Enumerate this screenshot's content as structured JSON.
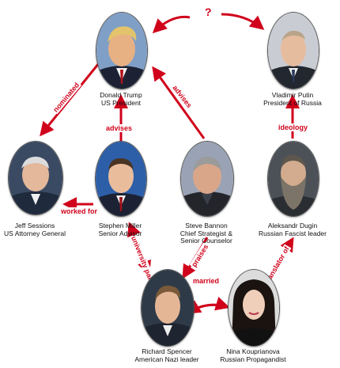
{
  "people": {
    "trump": {
      "name": "Donald Trump",
      "role": "US President"
    },
    "putin": {
      "name": "Vladimir Putin",
      "role": "President of Russia"
    },
    "sessions": {
      "name": "Jeff Sessions",
      "role": "US Attorney General"
    },
    "miller": {
      "name": "Stephen Miller",
      "role": "Senior Advisor"
    },
    "bannon": {
      "name": "Steve Bannon",
      "role": "Chief Strategist &",
      "role2": "Senior Counselor"
    },
    "dugin": {
      "name": "Aleksandr Dugin",
      "role": "Russian Fascist leader"
    },
    "spencer": {
      "name": "Richard Spencer",
      "role": "American Nazi leader"
    },
    "koupri": {
      "name": "Nina Kouprianova",
      "role": "Russian Propagandist"
    }
  },
  "relations": {
    "trump_putin": "?",
    "trump_sessions": "nominated",
    "miller_trump": "advises",
    "bannon_trump": "advises",
    "dugin_putin": "ideology",
    "miller_sessions": "worked for",
    "miller_spencer": "university pals",
    "bannon_spencer": "praises",
    "spencer_koupri": "married",
    "koupri_dugin": "translator of"
  },
  "colors": {
    "arrow": "#d0021b",
    "text": "#111111"
  }
}
